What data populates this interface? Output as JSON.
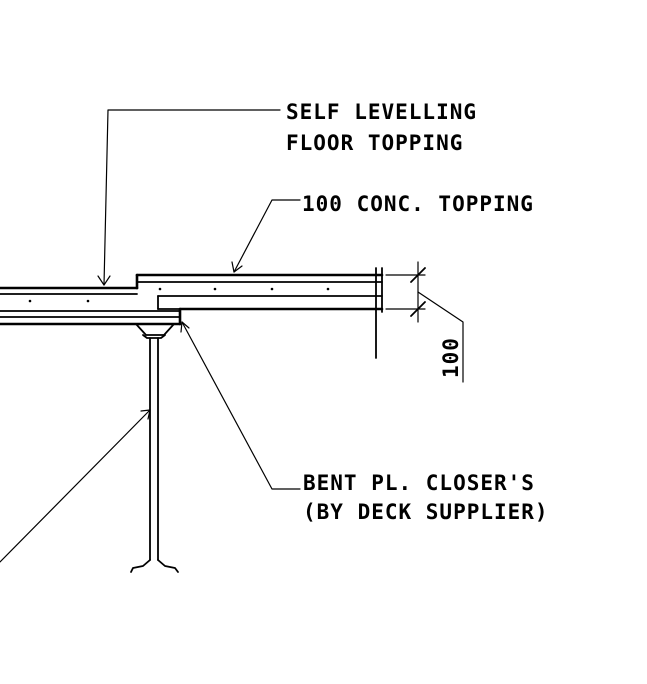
{
  "labels": {
    "self_levelling_line1": "SELF LEVELLING",
    "self_levelling_line2": "FLOOR TOPPING",
    "conc_topping": "100 CONC. TOPPING",
    "dimension": "100",
    "bent_pl_line1": "BENT PL. CLOSER'S",
    "bent_pl_line2": "(BY DECK SUPPLIER)"
  },
  "colors": {
    "ink": "#000000",
    "background": "#ffffff"
  }
}
